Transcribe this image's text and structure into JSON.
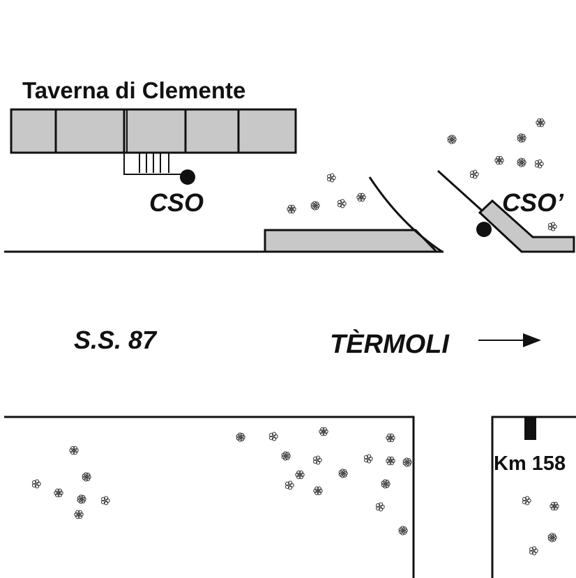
{
  "labels": {
    "building": "Taverna di Clemente",
    "cso_left": "CSO",
    "cso_right": "CSO’",
    "road": "S.S. 87",
    "direction": "TÈRMOLI",
    "km": "Km 158"
  },
  "colors": {
    "building_fill": "#c8c8c8",
    "line": "#111111",
    "marker": "#111111"
  },
  "icons": {
    "direction_arrow": "arrow-right-icon",
    "vegetation": "shrub-icon",
    "site_marker": "circle-marker-icon",
    "km_post": "km-post-icon"
  }
}
